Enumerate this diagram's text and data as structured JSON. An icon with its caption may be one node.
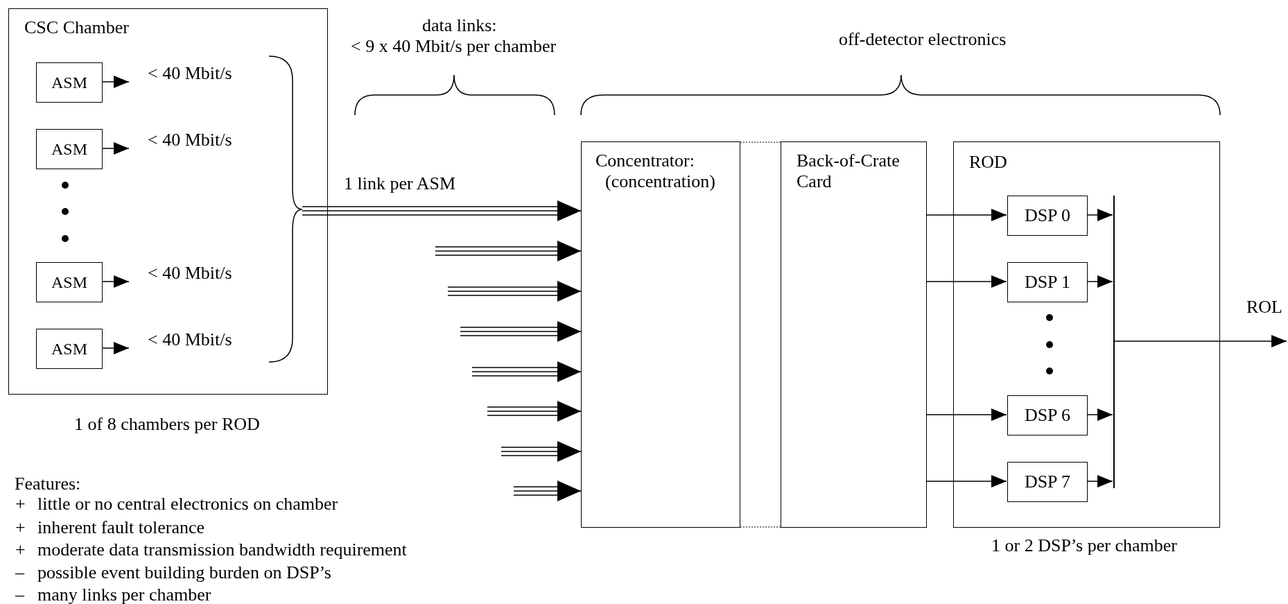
{
  "diagram": {
    "nodes": [
      {
        "text": [
          "CSC Chamber"
        ],
        "beside": [
          "1 of 8 chambers per ROD"
        ]
      },
      {
        "text": [
          "ASM"
        ],
        "in": 0,
        "beside": [
          "< 40 Mbit/s"
        ]
      },
      {
        "text": [
          "ASM"
        ],
        "in": 0,
        "beside": [
          "< 40 Mbit/s"
        ]
      },
      {
        "text": [
          "ASM"
        ],
        "in": 0,
        "beside": [
          "< 40 Mbit/s"
        ]
      },
      {
        "text": [
          "ASM"
        ],
        "in": 0,
        "beside": [
          "< 40 Mbit/s"
        ]
      },
      {
        "text": [
          "Concentrator:",
          "(concentration)"
        ]
      },
      {
        "text": [
          "Back-of-Crate Card"
        ]
      },
      {
        "text": [
          "ROD"
        ],
        "beside": [
          "1 or 2 DSP’s per chamber"
        ]
      },
      {
        "text": [
          "DSP 0"
        ],
        "in": 7
      },
      {
        "text": [
          "DSP 1"
        ],
        "in": 7
      },
      {
        "text": [
          "DSP 6"
        ],
        "in": 7
      },
      {
        "text": [
          "DSP 7"
        ],
        "in": 7
      },
      {
        "text": [],
        "shape": "bar",
        "in": 7
      }
    ],
    "edges": [
      {
        "from": 1,
        "to": null,
        "arrow": "to"
      },
      {
        "from": 2,
        "to": null,
        "arrow": "to"
      },
      {
        "from": 3,
        "to": null,
        "arrow": "to"
      },
      {
        "from": 4,
        "to": null,
        "arrow": "to"
      },
      {
        "from": 0,
        "to": 5,
        "arrow": "to",
        "label": "1 link per ASM"
      },
      {
        "from": null,
        "to": 5,
        "arrow": "to"
      },
      {
        "from": null,
        "to": 5,
        "arrow": "to"
      },
      {
        "from": null,
        "to": 5,
        "arrow": "to"
      },
      {
        "from": null,
        "to": 5,
        "arrow": "to"
      },
      {
        "from": null,
        "to": 5,
        "arrow": "to"
      },
      {
        "from": null,
        "to": 5,
        "arrow": "to"
      },
      {
        "from": null,
        "to": 5,
        "arrow": "to"
      },
      {
        "from": 6,
        "to": 8,
        "arrow": "to"
      },
      {
        "from": 6,
        "to": 9,
        "arrow": "to"
      },
      {
        "from": 6,
        "to": 10,
        "arrow": "to"
      },
      {
        "from": 6,
        "to": 11,
        "arrow": "to"
      },
      {
        "from": 8,
        "to": 12,
        "arrow": "to"
      },
      {
        "from": 9,
        "to": 12,
        "arrow": "to"
      },
      {
        "from": 10,
        "to": 12,
        "arrow": "to"
      },
      {
        "from": 11,
        "to": 12,
        "arrow": "to"
      },
      {
        "from": 12,
        "to": null,
        "arrow": "to",
        "label": "ROL"
      },
      {
        "from": 5,
        "to": 6,
        "arrow": "none",
        "style": "dashed"
      },
      {
        "from": 5,
        "to": 6,
        "arrow": "none",
        "style": "dashed"
      }
    ],
    "labels": [
      "data links:",
      "< 9 x 40 Mbit/s per chamber",
      "off-detector electronics",
      "Features:",
      "+",
      "little or no central electronics on chamber",
      "+",
      "inherent fault tolerance",
      "+",
      "moderate data transmission bandwidth requirement",
      "–",
      "possible event building burden on DSP’s",
      "–",
      "many links per chamber"
    ]
  }
}
